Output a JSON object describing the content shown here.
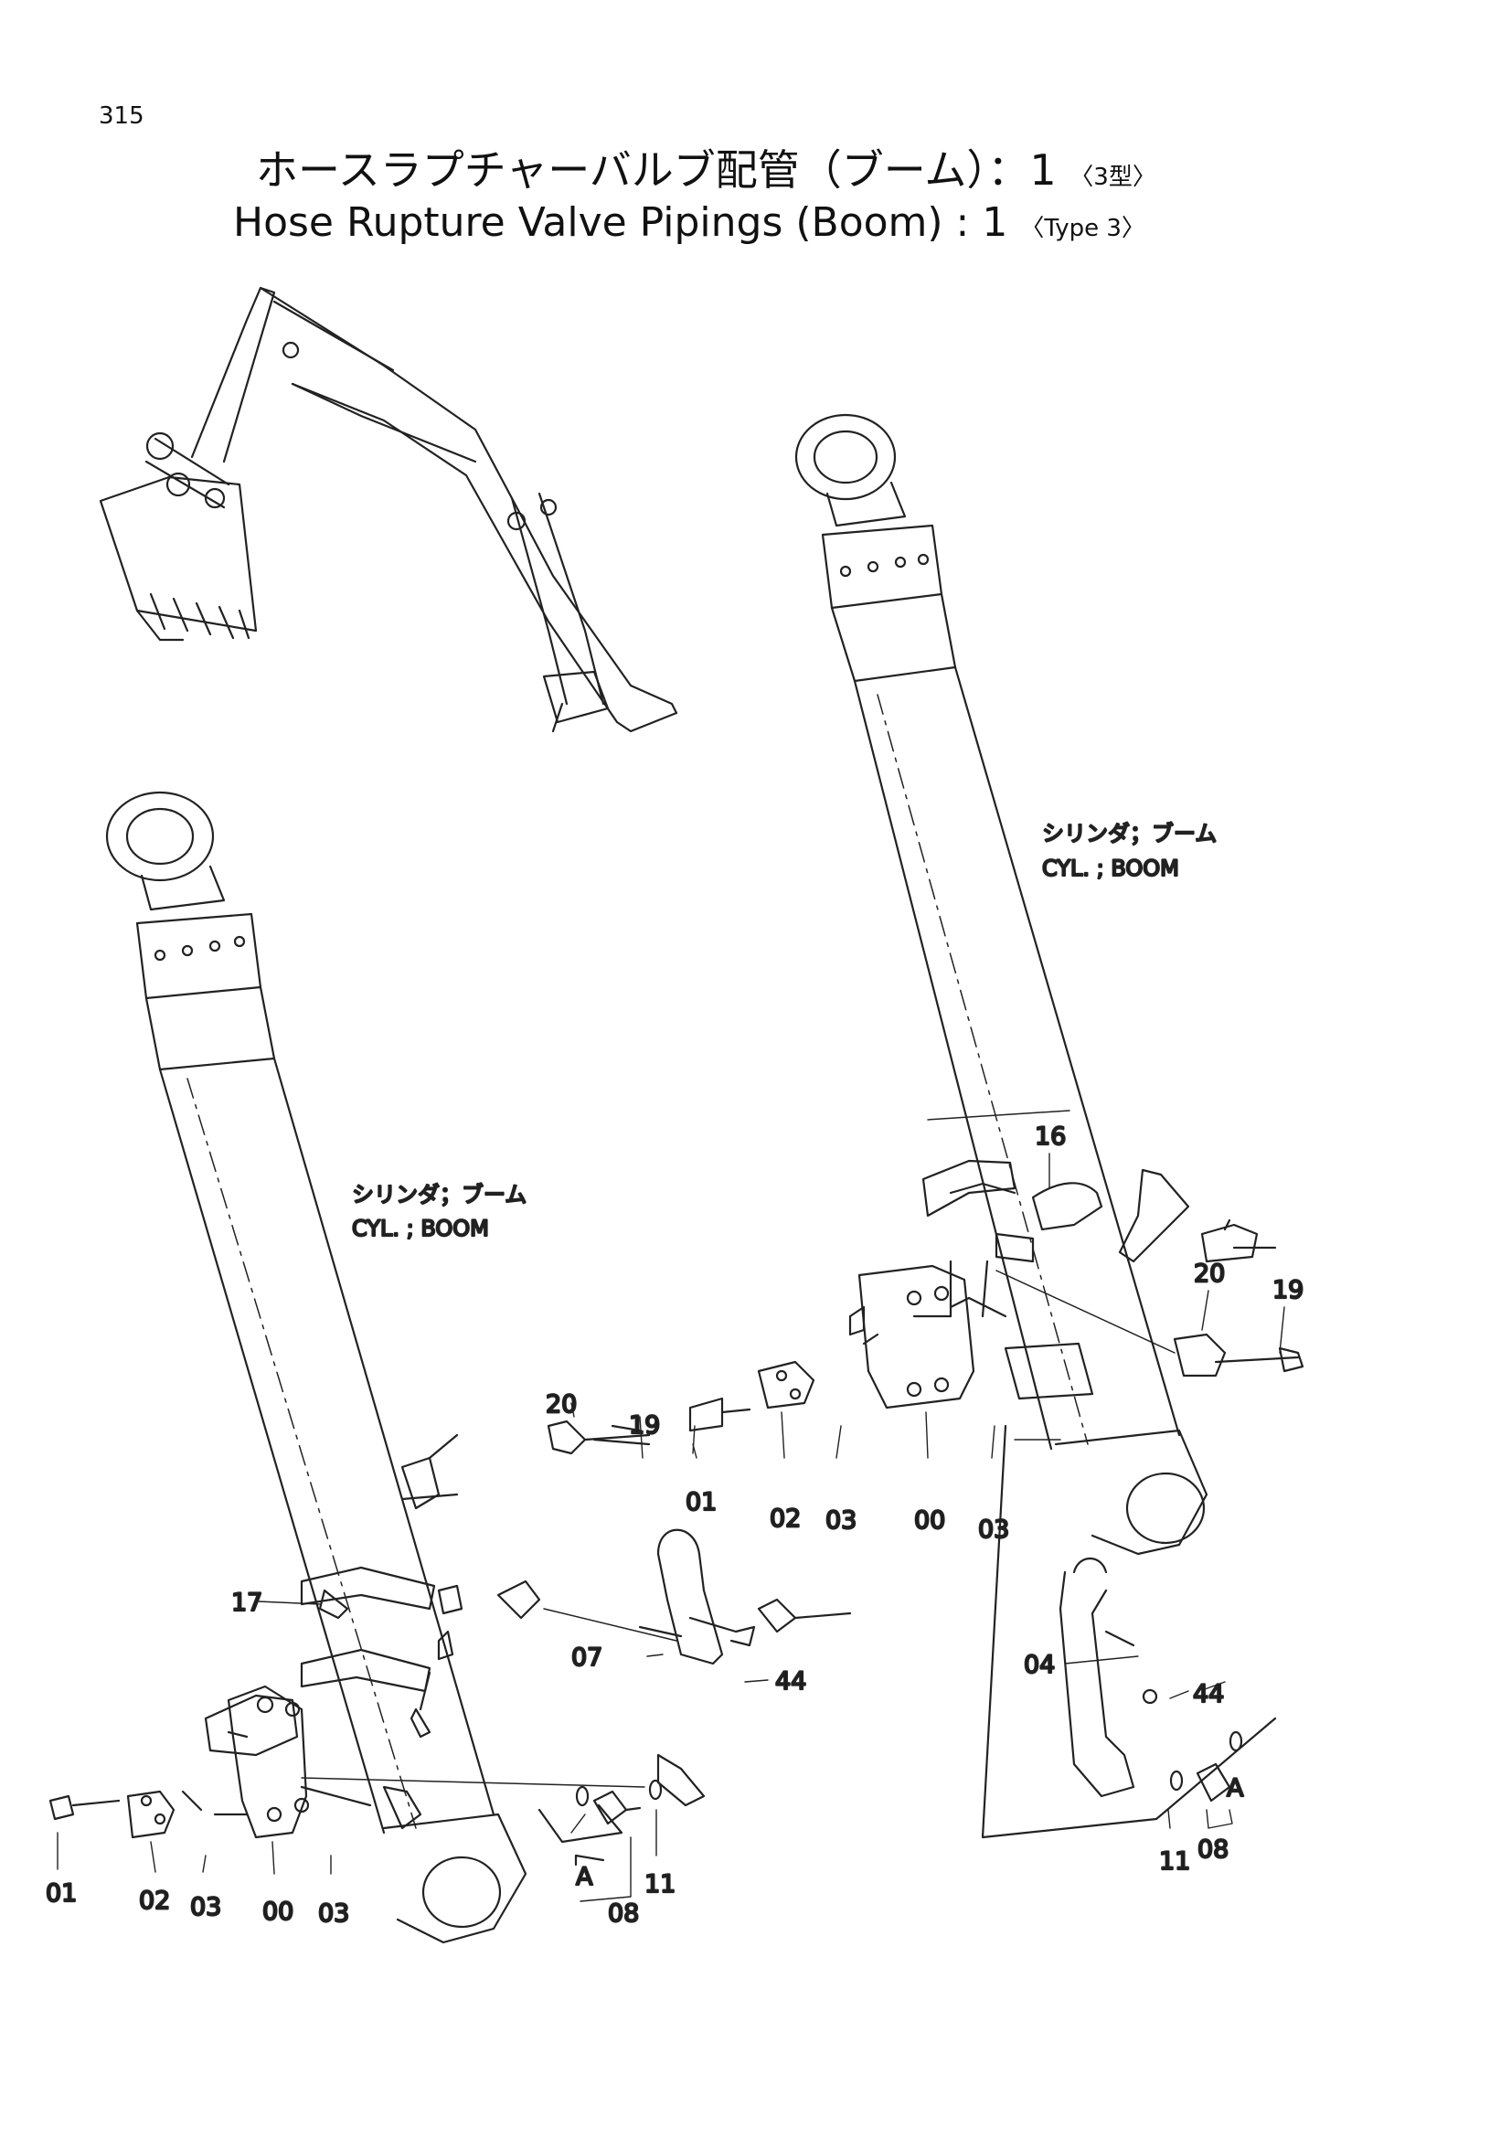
{
  "page_number": "315",
  "title_jp": "ホースラプチャーバルブ配管（ブーム）：1",
  "title_jp_type": "〈3型〉",
  "title_en": "Hose Rupture Valve Pipings (Boom) : 1",
  "title_en_type": "〈Type  3〉",
  "cylinder_right": {
    "jp": "シリンダ；ブーム",
    "en": "CYL. ; BOOM"
  },
  "cylinder_left": {
    "jp": "シリンダ；ブーム",
    "en": "CYL. ; BOOM"
  },
  "callouts_right": {
    "c16": "16",
    "c20": "20",
    "c19": "19",
    "c01": "01",
    "c02": "02",
    "c03a": "03",
    "c00": "00",
    "c03b": "03",
    "c04": "04",
    "c44": "44",
    "cA": "A",
    "c11": "11",
    "c08": "08"
  },
  "callouts_left": {
    "c20": "20",
    "c19": "19",
    "c17": "17",
    "c07": "07",
    "c44": "44",
    "c01": "01",
    "c02": "02",
    "c03a": "03",
    "c00": "00",
    "c03b": "03",
    "cA": "A",
    "c08": "08",
    "c11": "11"
  }
}
